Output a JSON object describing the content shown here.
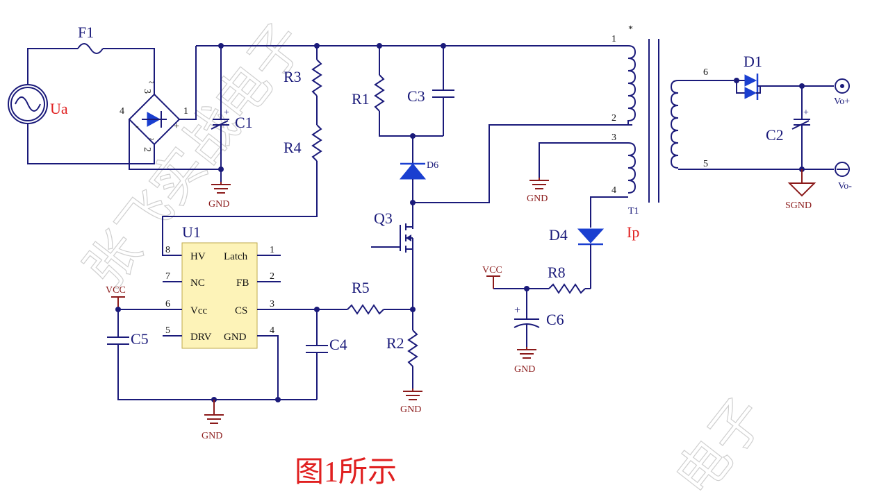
{
  "caption": "图1所示",
  "watermark_1": "张飞实战电子",
  "watermark_2": "电子",
  "labels": {
    "F1": "F1",
    "Ua": "Ua",
    "C1": "C1",
    "R3": "R3",
    "R4": "R4",
    "R1": "R1",
    "C3": "C3",
    "D6": "D6",
    "Q3": "Q3",
    "U1": "U1",
    "R5": "R5",
    "R2": "R2",
    "C4": "C4",
    "C5": "C5",
    "D4": "D4",
    "R8": "R8",
    "C6": "C6",
    "T1": "T1",
    "Ip": "Ip",
    "D1": "D1",
    "C2": "C2",
    "Vo_plus": "Vo+",
    "Vo_minus": "Vo-",
    "gnd": "GND",
    "sgnd": "SGND",
    "vcc": "VCC"
  },
  "bridge_pins": {
    "p1": "1",
    "p2": "2",
    "p3": "3",
    "p4": "4",
    "plus": "+",
    "minus": "-",
    "ac": "~"
  },
  "transformer_pins": {
    "p1": "1",
    "p2": "2",
    "p3": "3",
    "p4": "4",
    "p5": "5",
    "p6": "6",
    "dot": "*"
  },
  "cap_plus": "+",
  "u1": {
    "pins_left": [
      {
        "num": "8",
        "name": "HV"
      },
      {
        "num": "7",
        "name": "NC"
      },
      {
        "num": "6",
        "name": "Vcc"
      },
      {
        "num": "5",
        "name": "DRV"
      }
    ],
    "pins_right": [
      {
        "num": "1",
        "name": "Latch"
      },
      {
        "num": "2",
        "name": "FB"
      },
      {
        "num": "3",
        "name": "CS"
      },
      {
        "num": "4",
        "name": "GND"
      }
    ]
  },
  "colors": {
    "wire": "#1a1a7a",
    "ground": "#8b1a1a",
    "ic_fill": "#fdf3b8",
    "accent": "#e02020",
    "diode": "#1a3fd0"
  }
}
